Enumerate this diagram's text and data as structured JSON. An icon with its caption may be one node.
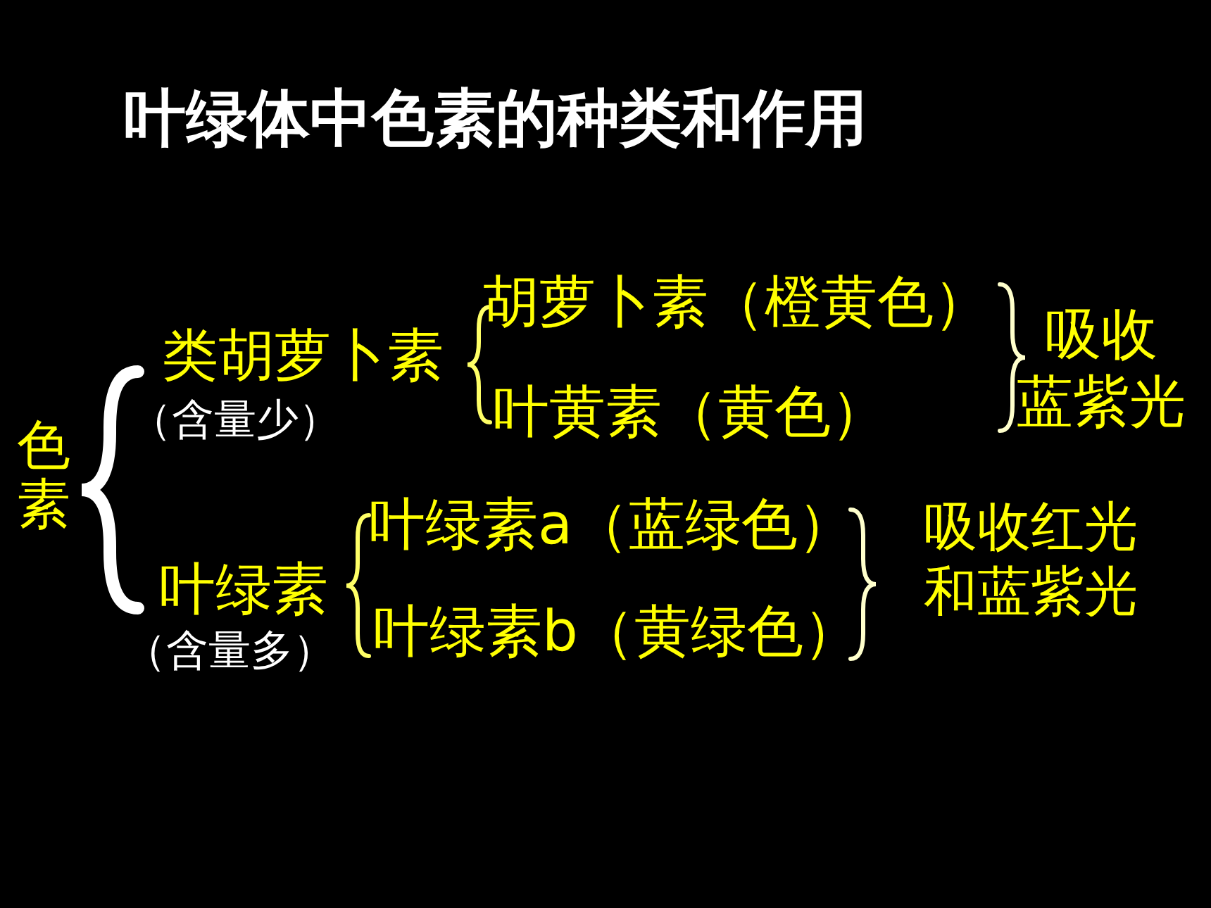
{
  "diagram": {
    "title": "叶绿体中色素的种类和作用",
    "labels": [
      "色素",
      "类胡萝卜素",
      "（含量少）",
      "叶绿素",
      "（含量多）",
      "胡萝卜素（橙黄色）",
      "叶黄素（黄色）",
      "吸收蓝紫光",
      "叶绿素a（蓝绿色）",
      "叶绿素b（黄绿色）",
      "吸收红光和蓝紫光"
    ]
  }
}
